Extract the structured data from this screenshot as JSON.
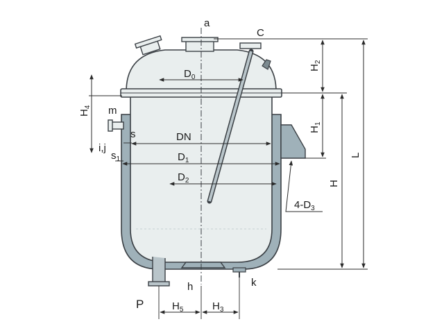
{
  "labels": {
    "a": "a",
    "c": "C",
    "d0": "D",
    "d0_sub": "0",
    "dn": "DN",
    "d1": "D",
    "d1_sub": "1",
    "d2": "D",
    "d2_sub": "2",
    "s": "s",
    "s1": "s",
    "s1_sub": "1",
    "m": "m",
    "ij": "i,j",
    "h": "h",
    "k": "k",
    "p": "P",
    "h1": "H",
    "h1_sub": "1",
    "h2": "H",
    "h2_sub": "2",
    "h3": "H",
    "h3_sub": "3",
    "h4": "H",
    "h4_sub": "4",
    "h5": "H",
    "h5_sub": "5",
    "H": "H",
    "L": "L",
    "bolts": "4-D",
    "bolts_sub": "3"
  },
  "colors": {
    "vessel_fill": "#e9eeee",
    "jacket_fill": "#9fb1b9",
    "stroke": "#3a3f44",
    "text": "#1a1a1a"
  }
}
